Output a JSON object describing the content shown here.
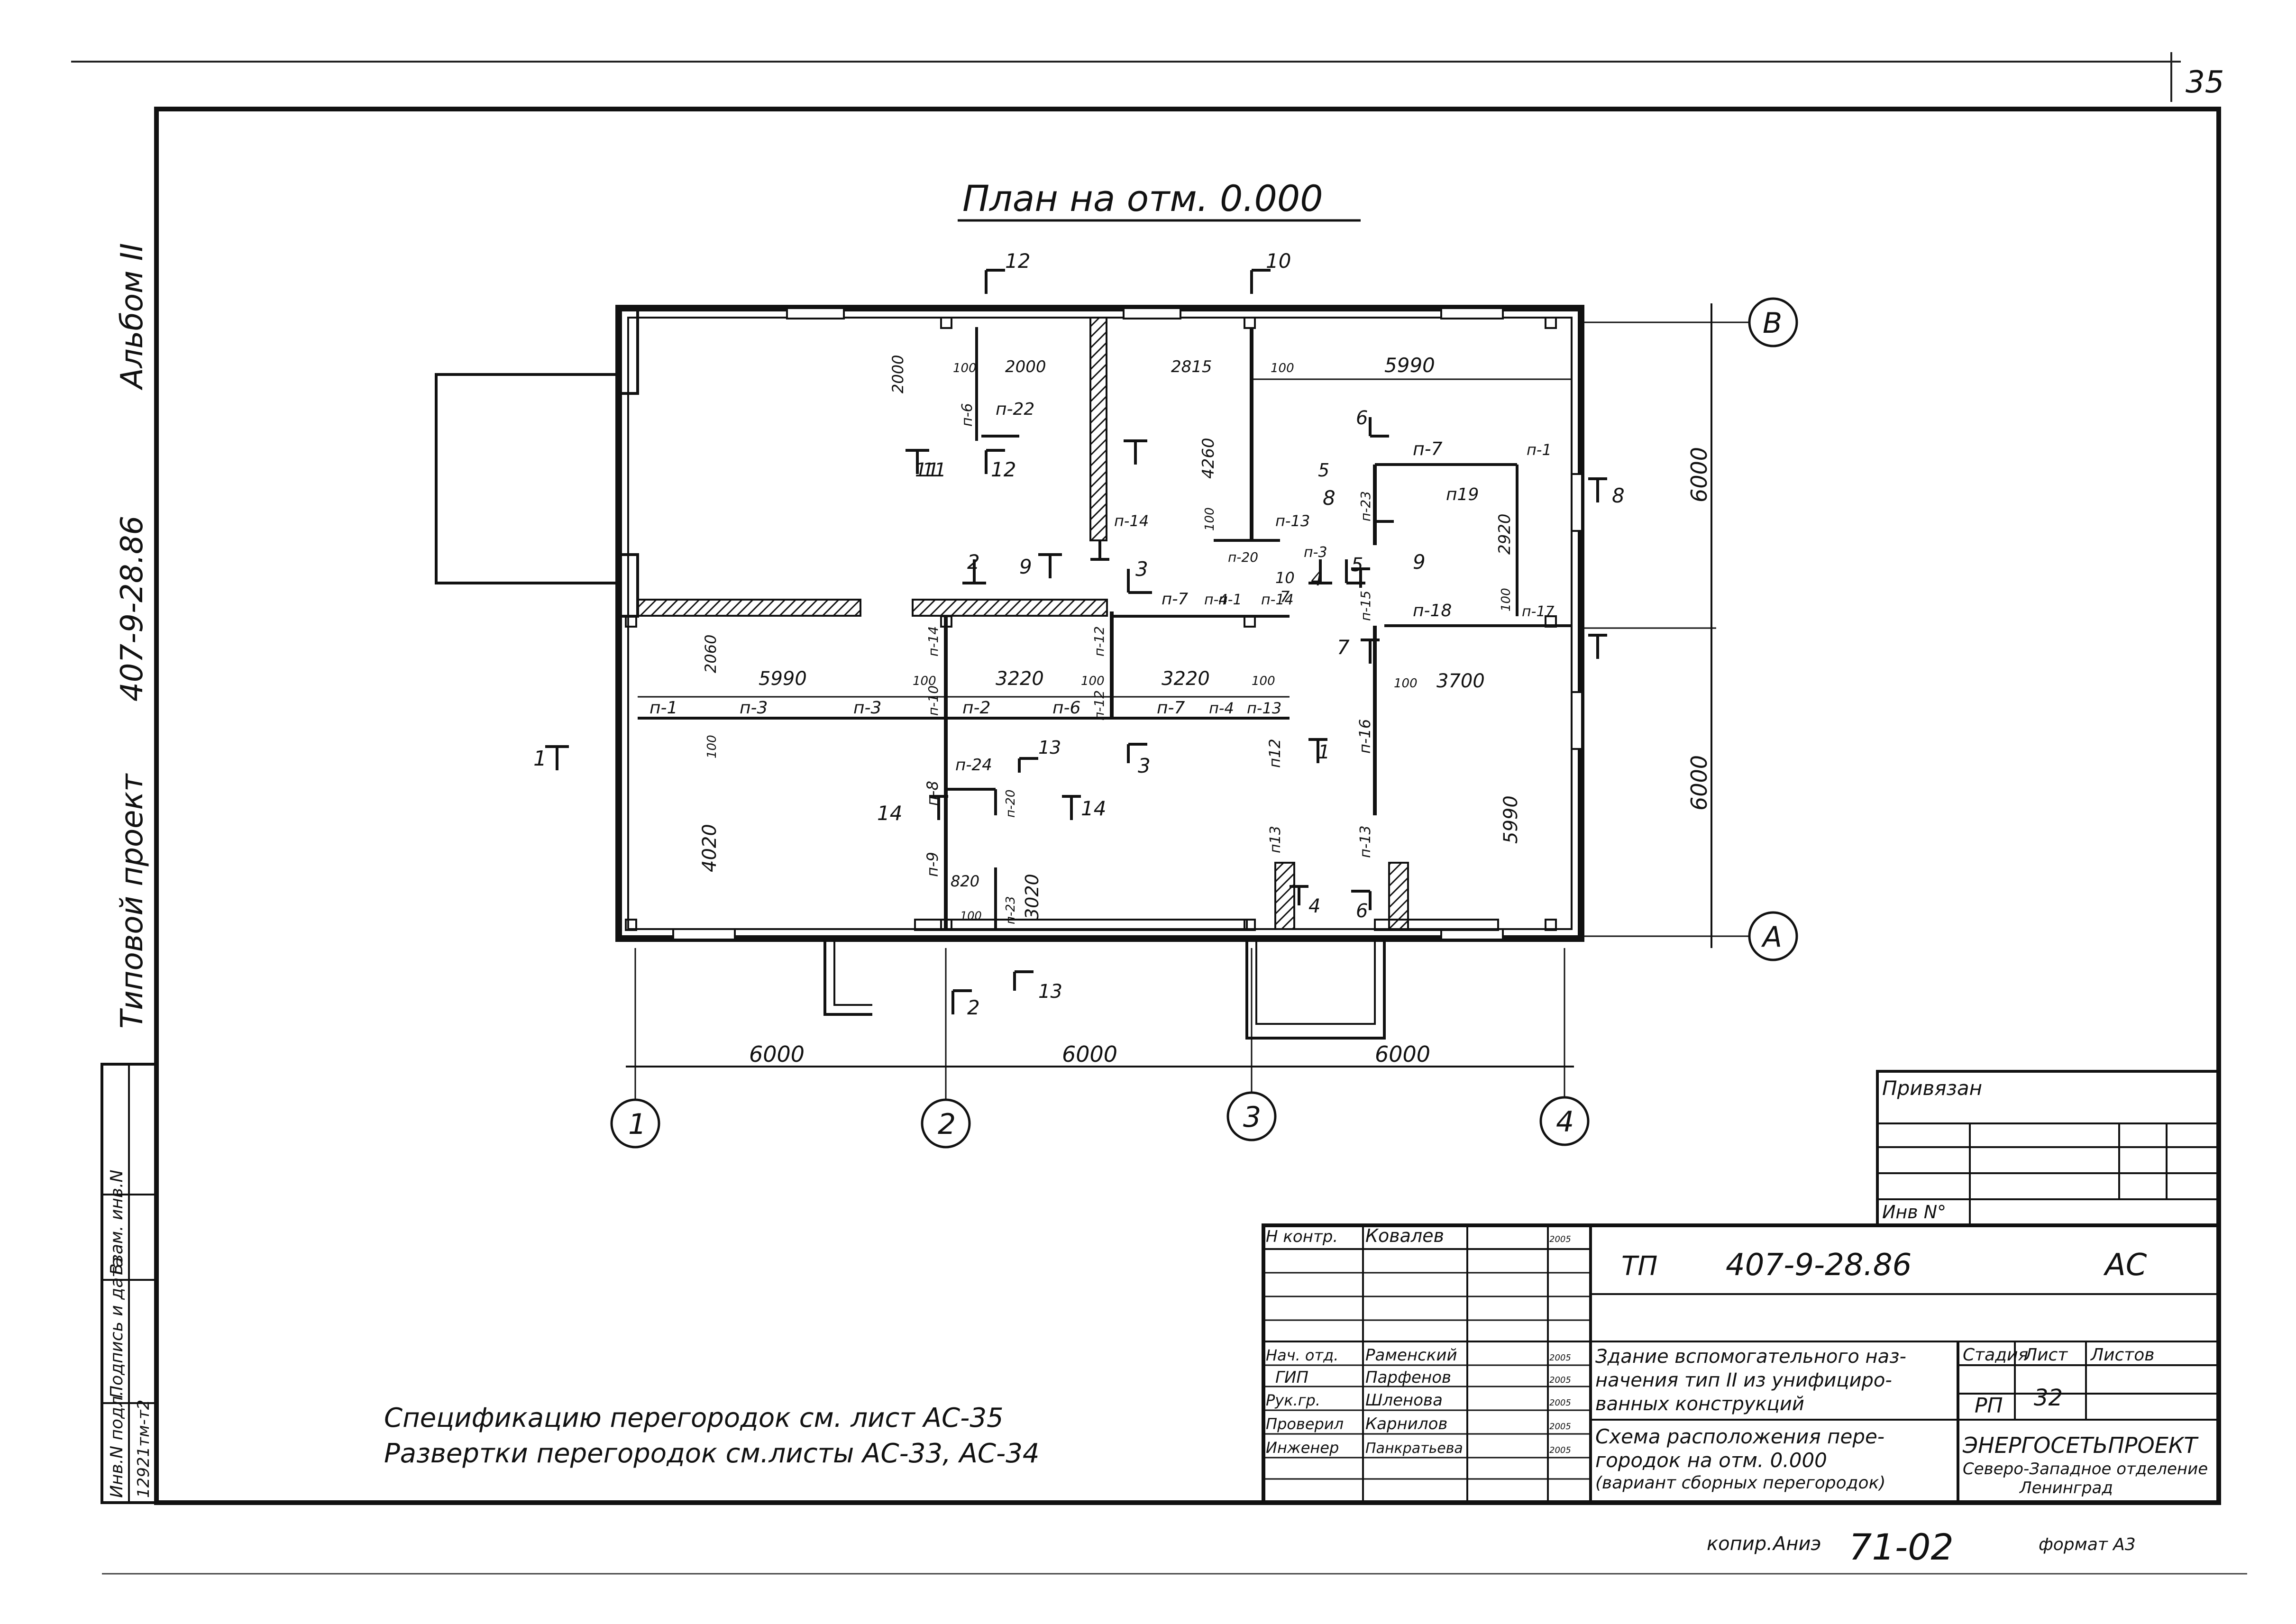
{
  "page_number": "35",
  "plan_title": "План на отм. 0.000",
  "side": {
    "album": "Альбом II",
    "project_code": "407-9-28.86",
    "project_type": "Типовой проект"
  },
  "stamp_left": {
    "labels": [
      "Инв.N подл.",
      "Подпись и дата",
      "Взам. инв.N"
    ],
    "inv_value": "12921тм-т2"
  },
  "section_marks": [
    "1",
    "2",
    "3",
    "4",
    "5",
    "6",
    "7",
    "8",
    "9",
    "10",
    "11",
    "12",
    "13",
    "14",
    "1",
    "2",
    "3",
    "4",
    "5",
    "6",
    "7",
    "8",
    "9",
    "10",
    "11",
    "12",
    "13",
    "14"
  ],
  "axes": {
    "columns": [
      "1",
      "2",
      "3",
      "4"
    ],
    "rows": [
      "А",
      "В"
    ]
  },
  "dimensions": {
    "bottom": [
      "6000",
      "6000",
      "6000"
    ],
    "right": [
      "6000",
      "6000"
    ],
    "inner": [
      "2000",
      "2000",
      "2815",
      "5990",
      "100",
      "100",
      "4260",
      "100",
      "2920",
      "100",
      "2060",
      "5990",
      "100",
      "3220",
      "100",
      "3220",
      "100",
      "100",
      "3700",
      "100",
      "4020",
      "3020",
      "820",
      "100",
      "5990"
    ]
  },
  "partitions": [
    "п-1",
    "п-2",
    "п-3",
    "п-3",
    "п-4",
    "п-6",
    "п-7",
    "п-4",
    "п-13",
    "п-10",
    "п-14",
    "п-12",
    "п-8",
    "п-9",
    "п-24",
    "п-20",
    "п-23",
    "п-22",
    "п-6",
    "п-14",
    "п-13",
    "п-20",
    "п-3",
    "п-1",
    "п-14",
    "п-7",
    "п-15",
    "п-7",
    "п-1",
    "п19",
    "п-23",
    "п-18",
    "п-17",
    "п-16",
    "п12",
    "п13",
    "п-13",
    "п-12"
  ],
  "notes": [
    "Спецификацию перегородок см. лист АС-35",
    "Развертки перегородок см.листы АС-33, АС-34"
  ],
  "title_block": {
    "privyazan": "Привязан",
    "inv_no": "Инв N°",
    "doc_code_prefix": "ТП",
    "doc_code": "407-9-28.86",
    "doc_mark": "АС",
    "roles": [
      "Н контр.",
      "Нач. отд.",
      "ГИП",
      "Рук.гр.",
      "Проверил",
      "Инженер"
    ],
    "names": [
      "Ковалев",
      "Раменский",
      "Парфенов",
      "Шленова",
      "Карнилов",
      "Панкратьева"
    ],
    "dates": [
      "2005",
      "2005",
      "2005",
      "2005",
      "2005",
      "2005"
    ],
    "building_name": [
      "Здание вспомогательного наз-",
      "начения тип II из унифициро-",
      "ванных конструкций"
    ],
    "sheet_name": [
      "Схема расположения пере-",
      "городок на отм. 0.000",
      "(вариант сборных перегородок)"
    ],
    "stage_label": "Стадия",
    "sheet_label": "Лист",
    "sheets_label": "Листов",
    "stage_value": "РП",
    "sheet_value": "32",
    "org": [
      "ЭНЕРГОСЕТЬПРОЕКТ",
      "Северо-Западное отделение",
      "Ленинград"
    ]
  },
  "footer": {
    "copied": "копир.",
    "copier": "Аниэ",
    "code": "71-02",
    "format": "формат А3"
  }
}
